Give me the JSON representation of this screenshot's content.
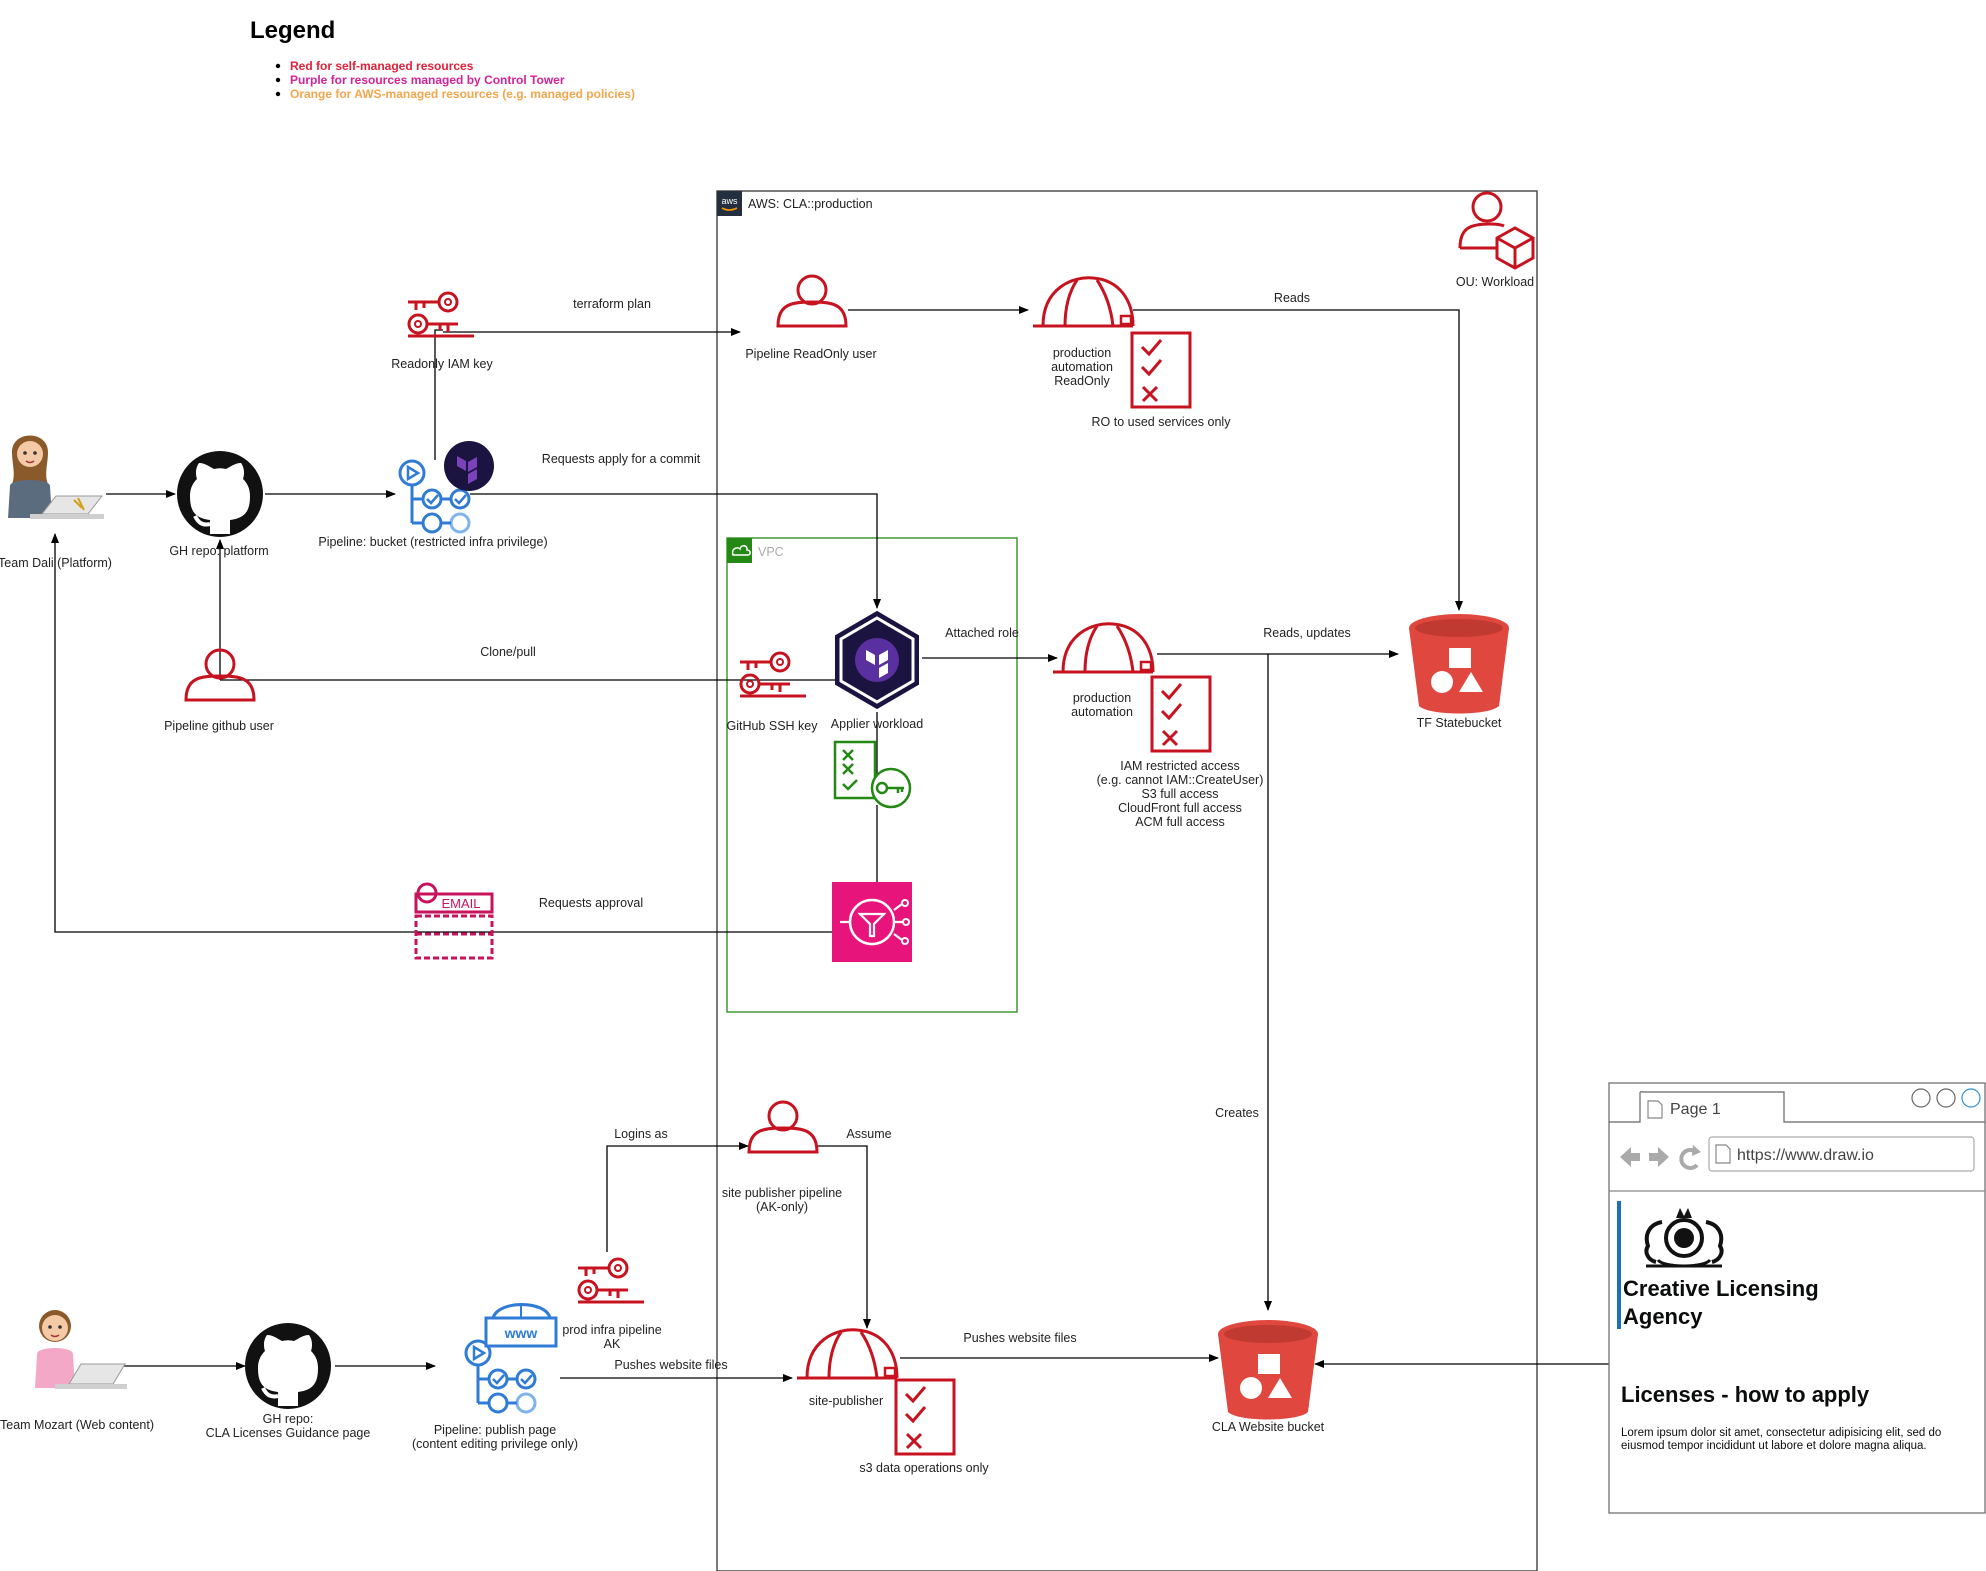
{
  "legend": {
    "title": "Legend",
    "items": [
      {
        "text": "Red for self-managed resources",
        "color": "#e0213a"
      },
      {
        "text": "Purple for resources managed by Control Tower",
        "color": "#d4229a"
      },
      {
        "text": "Orange for AWS-managed resources (e.g. managed policies)",
        "color": "#f3a64b"
      }
    ]
  },
  "aws_account": {
    "label": "AWS: CLA::production"
  },
  "vpc": {
    "label": "VPC"
  },
  "nodes": {
    "team_dali": "Team Dali (Platform)",
    "gh_repo_platform": "GH repo: platform",
    "pipeline_bucket": "Pipeline: bucket (restricted infra privilege)",
    "readonly_iam_key": "Readonly IAM key",
    "pipeline_github_user": "Pipeline github user",
    "email": "EMAIL",
    "pipeline_readonly_user": "Pipeline ReadOnly user",
    "prod_automation_readonly": [
      "production",
      "automation",
      "ReadOnly"
    ],
    "ro_note": "RO to used services only",
    "ou_workload": "OU: Workload",
    "github_ssh_key": "GitHub SSH key",
    "applier_workload": "Applier workload",
    "prod_automation": [
      "production",
      "automation"
    ],
    "iam_note": [
      "IAM restricted access",
      "(e.g. cannot IAM::CreateUser)",
      "S3 full access",
      "CloudFront full access",
      "ACM full access"
    ],
    "tf_statebucket": "TF Statebucket",
    "team_mozart": "Team Mozart (Web content)",
    "gh_repo_cla": [
      "GH repo:",
      "CLA Licenses Guidance page"
    ],
    "pipeline_publish": [
      "Pipeline: publish page",
      "(content editing privilege only)"
    ],
    "prod_infra_ak": [
      "prod infra pipeline",
      "AK"
    ],
    "site_publisher_pipeline": [
      "site publisher pipeline",
      "(AK-only)"
    ],
    "site_publisher": "site-publisher",
    "s3_note": "s3 data operations only",
    "cla_website_bucket": "CLA Website bucket"
  },
  "edges": {
    "terraform_plan": "terraform plan",
    "reads": "Reads",
    "requests_apply": "Requests apply for a commit",
    "clone_pull": "Clone/pull",
    "attached_role": "Attached role",
    "reads_updates": "Reads, updates",
    "requests_approval": "Requests approval",
    "creates": "Creates",
    "logins_as": "Logins as",
    "assume": "Assume",
    "pushes_website_files_1": "Pushes website files",
    "pushes_website_files_2": "Pushes website files"
  },
  "browser": {
    "tab": "Page 1",
    "url": "https://www.draw.io",
    "org_name": [
      "Creative Licensing",
      "Agency"
    ],
    "heading": "Licenses - how to apply",
    "body": [
      "Lorem ipsum dolor sit amet, consectetur adipisicing elit, sed do",
      "eiusmod tempor incididunt ut labore et dolore magna aliqua."
    ]
  }
}
